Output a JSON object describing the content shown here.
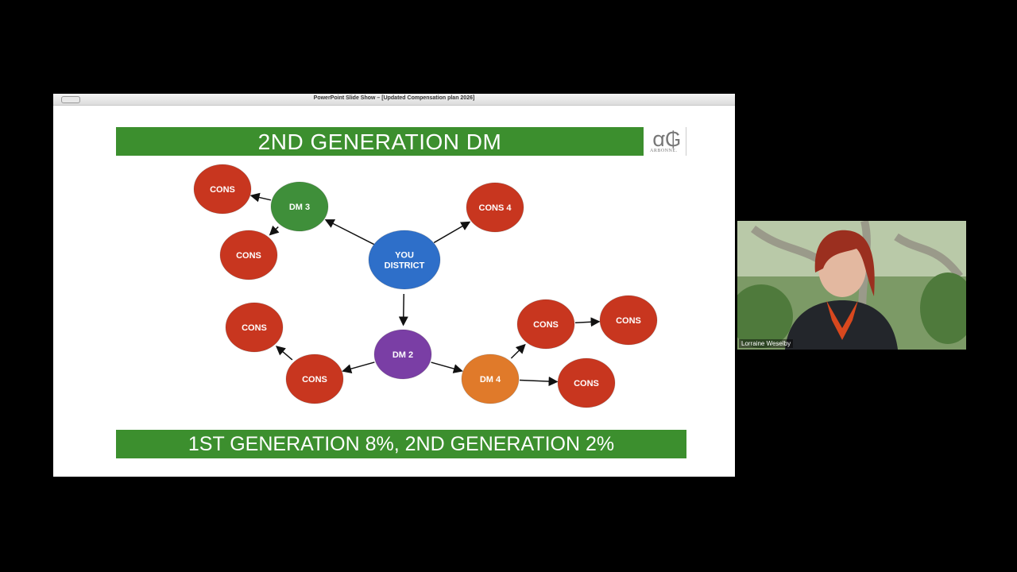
{
  "window": {
    "title": "PowerPoint Slide Show – [Updated Compensation plan 2026]"
  },
  "slide": {
    "header": "2ND GENERATION DM",
    "footer": "1ST GENERATION 8%, 2ND GENERATION 2%",
    "logo": {
      "icon": "arbonne-logo-icon",
      "mark": "ꭤ₲",
      "word": "ARBONNE."
    }
  },
  "diagram": {
    "colors": {
      "red": "#c8361f",
      "blue": "#2e6fc9",
      "green": "#3f8f3a",
      "purple": "#7a3ea5",
      "orange": "#e07a2a"
    },
    "nodes": {
      "you": {
        "label": [
          "YOU",
          "DISTRICT"
        ],
        "color": "blue"
      },
      "dm3": {
        "label": [
          "DM 3"
        ],
        "color": "green"
      },
      "cons_a": {
        "label": [
          "CONS"
        ],
        "color": "red"
      },
      "cons_b": {
        "label": [
          "CONS"
        ],
        "color": "red"
      },
      "cons4": {
        "label": [
          "CONS 4"
        ],
        "color": "red"
      },
      "dm2": {
        "label": [
          "DM 2"
        ],
        "color": "purple"
      },
      "cons_c": {
        "label": [
          "CONS"
        ],
        "color": "red"
      },
      "cons_d": {
        "label": [
          "CONS"
        ],
        "color": "red"
      },
      "dm4": {
        "label": [
          "DM 4"
        ],
        "color": "orange"
      },
      "cons_e": {
        "label": [
          "CONS"
        ],
        "color": "red"
      },
      "cons_f": {
        "label": [
          "CONS"
        ],
        "color": "red"
      },
      "cons_g": {
        "label": [
          "CONS"
        ],
        "color": "red"
      }
    },
    "edges": [
      [
        "you",
        "dm3"
      ],
      [
        "you",
        "cons4"
      ],
      [
        "you",
        "dm2"
      ],
      [
        "dm3",
        "cons_a"
      ],
      [
        "dm3",
        "cons_b"
      ],
      [
        "dm2",
        "cons_d"
      ],
      [
        "cons_d",
        "cons_c"
      ],
      [
        "dm2",
        "dm4"
      ],
      [
        "dm4",
        "cons_e"
      ],
      [
        "cons_e",
        "cons_f"
      ],
      [
        "dm4",
        "cons_g"
      ]
    ]
  },
  "participant": {
    "name": "Lorraine Weselby"
  }
}
